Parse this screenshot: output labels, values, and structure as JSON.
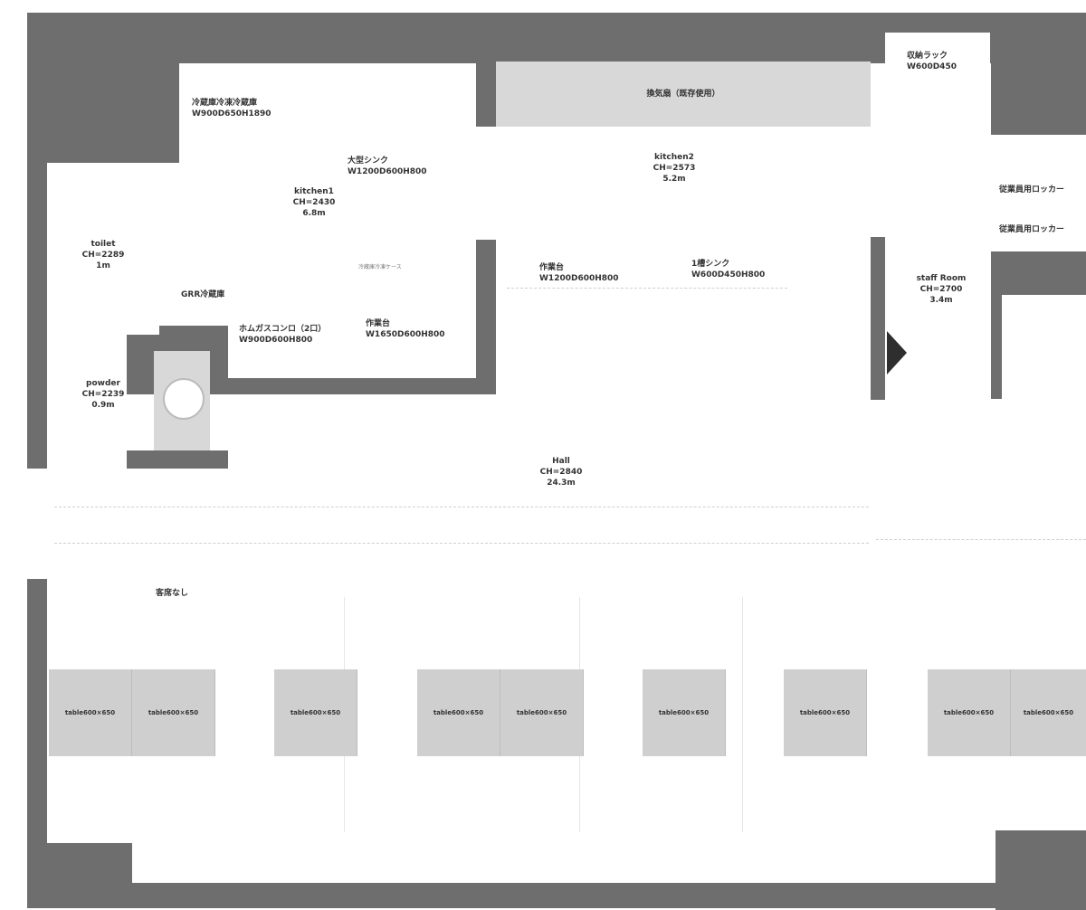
{
  "rooms": {
    "fridge_note": [
      "冷蔵庫冷凍冷蔵庫",
      "W900D650H1890"
    ],
    "kitchen1": [
      "kitchen1",
      "CH=2430",
      "6.8m"
    ],
    "sink_large": [
      "大型シンク",
      "W1200D600H800"
    ],
    "hood_band": "換気扇（既存使用）",
    "kitchen2": [
      "kitchen2",
      "CH=2573",
      "5.2m"
    ],
    "toilet": [
      "toilet",
      "CH=2289",
      "1m"
    ],
    "powder": [
      "powder",
      "CH=2239",
      "0.9m"
    ],
    "staff_room": [
      "staff Room",
      "CH=2700",
      "3.4m"
    ],
    "hall": [
      "Hall",
      "CH=2840",
      "24.3m"
    ],
    "rack": [
      "収納ラック",
      "W600D450"
    ],
    "locker1": "従業員用ロッカー",
    "locker2": "従業員用ロッカー",
    "kitchen1_side": "GRR冷蔵庫",
    "stove": [
      "ホムガスコンロ（2口）",
      "W900D600H800"
    ],
    "worktable1": [
      "作業台",
      "W1650D600H800"
    ],
    "worktable2": [
      "作業台",
      "W1200D600H800"
    ],
    "sink_small": [
      "1槽シンク",
      "W600D450H800"
    ],
    "sink_note": "冷蔵庫冷凍ケース",
    "hall_note": "客席なし"
  },
  "tables": [
    "table600×650",
    "table600×650",
    "table600×650",
    "table600×650",
    "table600×650",
    "table600×650",
    "table600×650",
    "table600×650",
    "table600×650"
  ]
}
